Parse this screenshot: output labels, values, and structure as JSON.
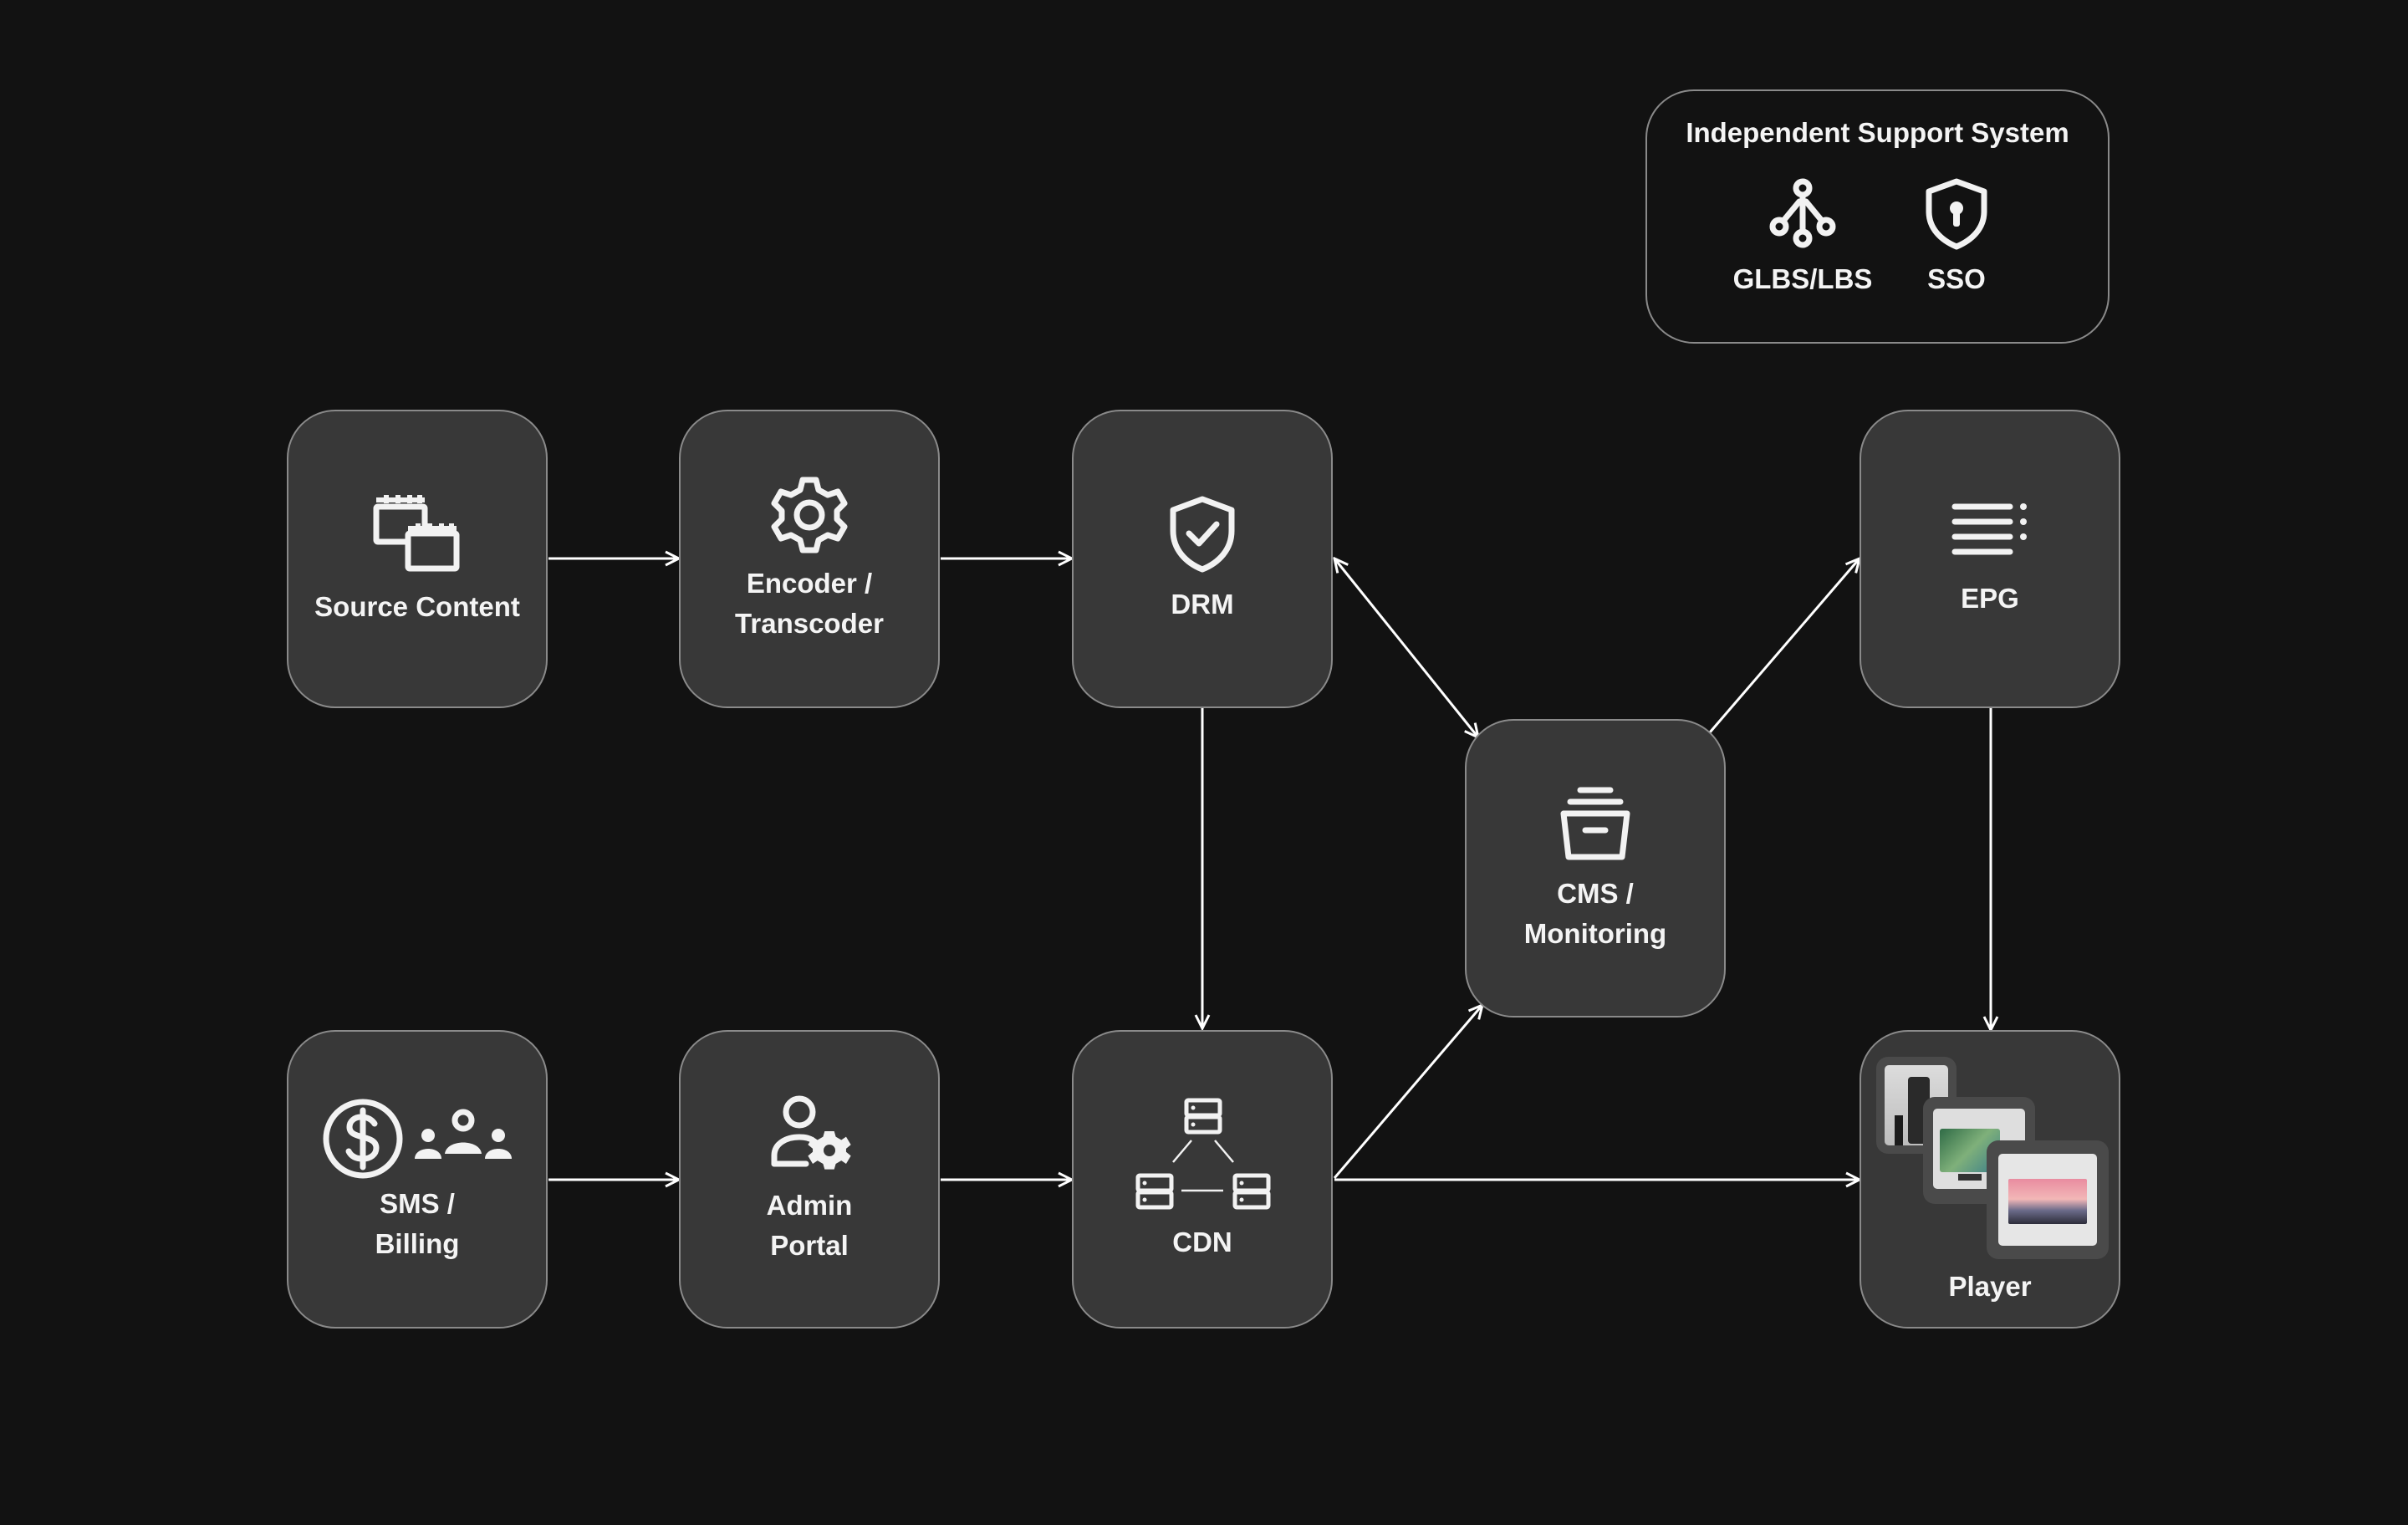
{
  "support": {
    "title": "Independent Support System",
    "items": [
      {
        "label": "GLBS/LBS",
        "icon": "network-hierarchy-icon"
      },
      {
        "label": "SSO",
        "icon": "shield-keyhole-icon"
      }
    ]
  },
  "nodes": {
    "source": {
      "line1": "Source Content",
      "line2": "",
      "icon": "clapperboard-icon"
    },
    "encoder": {
      "line1": "Encoder /",
      "line2": "Transcoder",
      "icon": "gear-icon"
    },
    "drm": {
      "line1": "DRM",
      "line2": "",
      "icon": "shield-check-icon"
    },
    "cms": {
      "line1": "CMS /",
      "line2": "Monitoring",
      "icon": "archive-box-icon"
    },
    "epg": {
      "line1": "EPG",
      "line2": "",
      "icon": "list-icon"
    },
    "sms": {
      "line1": "SMS /",
      "line2": "Billing",
      "icon": "dollar-users-icon"
    },
    "admin": {
      "line1": "Admin",
      "line2": "Portal",
      "icon": "user-gear-icon"
    },
    "cdn": {
      "line1": "CDN",
      "line2": "",
      "icon": "server-network-icon"
    },
    "player": {
      "line1": "Player",
      "line2": "",
      "icon": "devices-icon"
    }
  },
  "edges": [
    {
      "from": "source",
      "to": "encoder",
      "arrow": "end"
    },
    {
      "from": "encoder",
      "to": "drm",
      "arrow": "end"
    },
    {
      "from": "drm",
      "to": "cms",
      "arrow": "both"
    },
    {
      "from": "drm",
      "to": "cdn",
      "arrow": "end"
    },
    {
      "from": "cms",
      "to": "epg",
      "arrow": "end"
    },
    {
      "from": "epg",
      "to": "player",
      "arrow": "end"
    },
    {
      "from": "sms",
      "to": "admin",
      "arrow": "end"
    },
    {
      "from": "admin",
      "to": "cdn",
      "arrow": "end"
    },
    {
      "from": "cdn",
      "to": "cms",
      "arrow": "end"
    },
    {
      "from": "cdn",
      "to": "player",
      "arrow": "end"
    }
  ],
  "colors": {
    "background": "#121212",
    "node_fill": "#383838",
    "node_border": "#8a8a8a",
    "edge": "#ffffff",
    "text": "#f4f4f4"
  }
}
